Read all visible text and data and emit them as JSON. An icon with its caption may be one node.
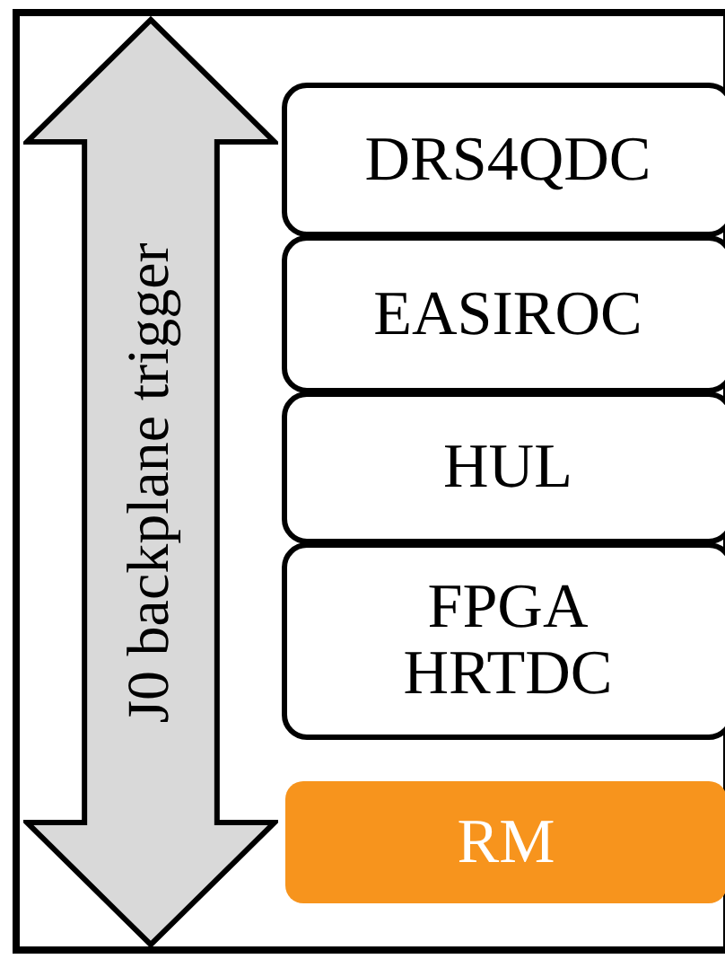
{
  "diagram": {
    "nodes": [
      {
        "text": [],
        "shape": "box"
      },
      {
        "text": [
          "J0 backplane trigger"
        ],
        "in": 0
      },
      {
        "text": [
          "DRS4QDC"
        ],
        "in": 0
      },
      {
        "text": [
          "EASIROC"
        ],
        "in": 0
      },
      {
        "text": [
          "HUL"
        ],
        "in": 0
      },
      {
        "text": [
          "FPGA HRTDC"
        ],
        "in": 0
      },
      {
        "text": [
          "RM"
        ],
        "in": 0
      }
    ]
  }
}
